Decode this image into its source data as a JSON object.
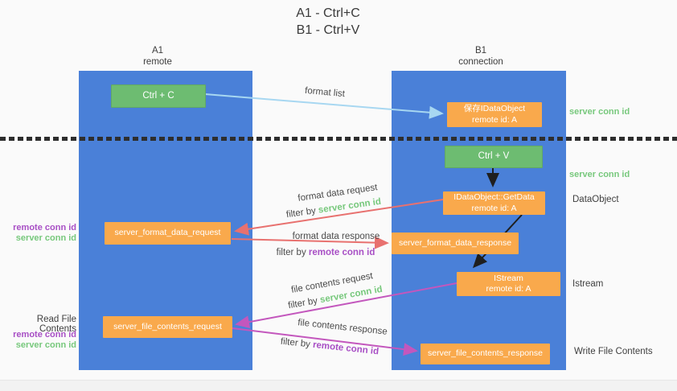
{
  "title": {
    "line1": "A1 - Ctrl+C",
    "line2": "B1 - Ctrl+V"
  },
  "lanes": {
    "left": {
      "name": "A1",
      "role": "remote"
    },
    "right": {
      "name": "B1",
      "role": "connection"
    }
  },
  "nodes": {
    "ctrl_c": {
      "label": "Ctrl + C"
    },
    "ctrl_v": {
      "label": "Ctrl + V"
    },
    "save_idataobject": {
      "line1": "保存IDataObject",
      "line2": "remote id: A"
    },
    "idataobject_getdata": {
      "line1": "IDataObject::GetData",
      "line2": "remote id: A"
    },
    "istream": {
      "line1": "IStream",
      "line2": "remote id: A"
    },
    "server_format_data_request": {
      "label": "server_format_data_request"
    },
    "server_format_data_response": {
      "label": "server_format_data_response"
    },
    "server_file_contents_request": {
      "label": "server_file_contents_request"
    },
    "server_file_contents_response": {
      "label": "server_file_contents_response"
    }
  },
  "edges": {
    "format_list": {
      "label": "format list"
    },
    "format_data_request": {
      "label": "format data request",
      "filter_prefix": "filter by",
      "filter_key": "server conn id"
    },
    "format_data_response": {
      "label": "format data response",
      "filter_prefix": "filter by",
      "filter_key": "remote conn id"
    },
    "file_contents_request": {
      "label": "file contents request",
      "filter_prefix": "filter by",
      "filter_key": "server conn id"
    },
    "file_contents_response": {
      "label": "file contents response",
      "filter_prefix": "filter by",
      "filter_key": "remote conn id"
    }
  },
  "annotations": {
    "right_server_conn_id_top": "server conn id",
    "right_server_conn_id_mid": "server conn id",
    "right_dataobject": "DataObject",
    "right_istream": "Istream",
    "right_write_file_contents": "Write File Contents",
    "left_remote_conn_id_mid": "remote conn id",
    "left_server_conn_id_mid": "server conn id",
    "left_read_file_contents": "Read File Contents",
    "left_remote_conn_id_bottom": "remote conn id",
    "left_server_conn_id_bottom": "server conn id"
  },
  "colors": {
    "lane_blue": "#4a80d8",
    "node_green": "#6dbc71",
    "node_orange": "#f9a94c",
    "arrow_light_blue": "#a7d7f1",
    "arrow_salmon": "#e8716f",
    "arrow_magenta": "#c357bd",
    "arrow_black": "#1f1f1f",
    "text_green": "#77c87c",
    "text_purple": "#a84fc5",
    "boundary_dotted": "#2e2e2e"
  }
}
